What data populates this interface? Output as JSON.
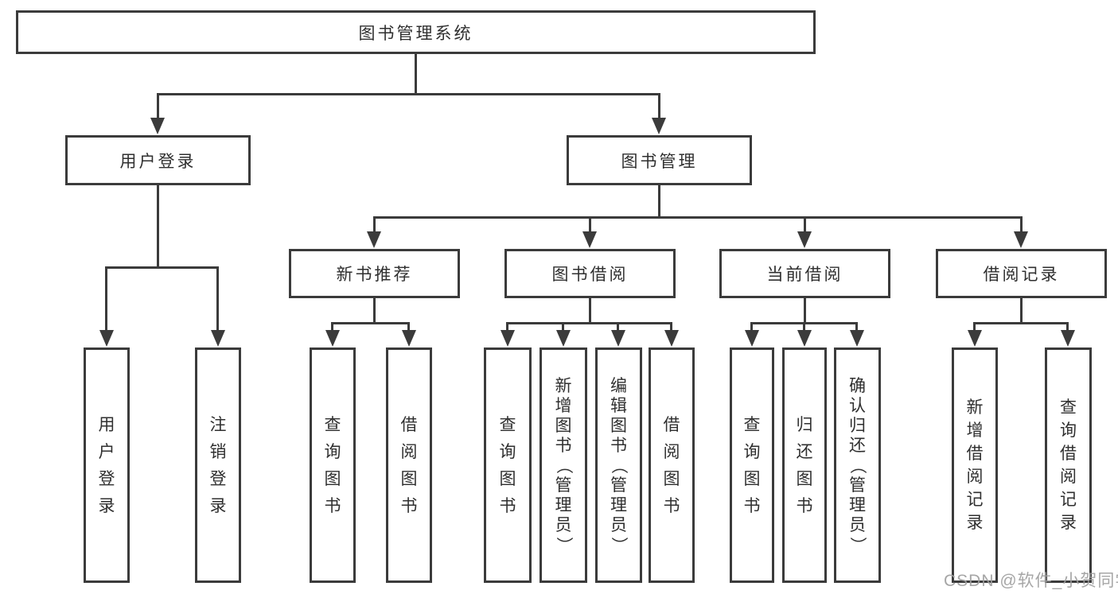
{
  "diagram": {
    "root_label": "图书管理系统",
    "level2": [
      {
        "label": "用户登录",
        "children": [
          "用户登录",
          "注销登录"
        ]
      },
      {
        "label": "图书管理"
      }
    ],
    "level3": [
      {
        "label": "新书推荐",
        "children": [
          "查询图书",
          "借阅图书"
        ]
      },
      {
        "label": "图书借阅",
        "children": [
          "查询图书",
          "新增图书（管理员）",
          "编辑图书（管理员）",
          "借阅图书"
        ]
      },
      {
        "label": "当前借阅",
        "children": [
          "查询图书",
          "归还图书",
          "确认归还（管理员）"
        ]
      },
      {
        "label": "借阅记录",
        "children": [
          "新增借阅记录",
          "查询借阅记录"
        ]
      }
    ]
  },
  "watermark": "CSDN @软件_小贺同学",
  "colors": {
    "line": "#3b3b3b",
    "text": "#2f2f2f",
    "watermark": "#9e9e9e",
    "background": "#ffffff"
  }
}
